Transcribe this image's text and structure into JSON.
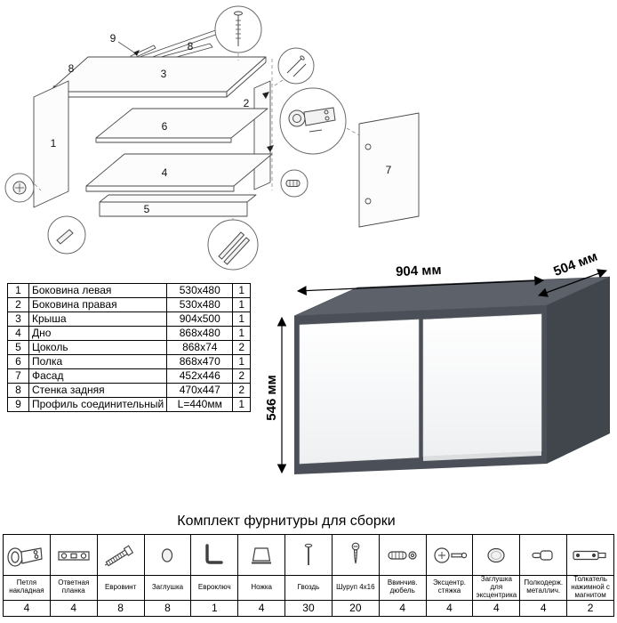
{
  "exploded_diagram": {
    "labels": {
      "part1": "1",
      "part2": "2",
      "part3": "3",
      "part4": "4",
      "part5": "5",
      "part6": "6",
      "part7": "7",
      "part8": "8",
      "part9": "9"
    }
  },
  "parts_table": {
    "rows": [
      {
        "num": "1",
        "name": "Боковина левая",
        "size": "530x480",
        "qty": "1"
      },
      {
        "num": "2",
        "name": "Боковина правая",
        "size": "530x480",
        "qty": "1"
      },
      {
        "num": "3",
        "name": "Крыша",
        "size": "904x500",
        "qty": "1"
      },
      {
        "num": "4",
        "name": "Дно",
        "size": "868x480",
        "qty": "1"
      },
      {
        "num": "5",
        "name": "Цоколь",
        "size": "868x74",
        "qty": "2"
      },
      {
        "num": "6",
        "name": "Полка",
        "size": "868x470",
        "qty": "1"
      },
      {
        "num": "7",
        "name": "Фасад",
        "size": "452x446",
        "qty": "2"
      },
      {
        "num": "8",
        "name": "Стенка задняя",
        "size": "470x447",
        "qty": "2"
      },
      {
        "num": "9",
        "name": "Профиль соединительный",
        "size": "L=440мм",
        "qty": "1"
      }
    ]
  },
  "cabinet": {
    "width_label": "904 мм",
    "depth_label": "504 мм",
    "height_label": "546 мм",
    "colors": {
      "top": "#5c616a",
      "front": "#4b4f57",
      "side": "#41454c",
      "door": "#f7f8f9"
    }
  },
  "hardware": {
    "title": "Комплект фурнитуры для сборки",
    "items": [
      {
        "name": "Петля накладная",
        "qty": "4",
        "icon": "hinge-icon"
      },
      {
        "name": "Ответная планка",
        "qty": "4",
        "icon": "mounting-plate-icon"
      },
      {
        "name": "Евровинт",
        "qty": "8",
        "icon": "euro-screw-icon"
      },
      {
        "name": "Заглушка",
        "qty": "8",
        "icon": "cap-icon"
      },
      {
        "name": "Евроключ",
        "qty": "1",
        "icon": "hex-key-icon"
      },
      {
        "name": "Ножка",
        "qty": "4",
        "icon": "foot-icon"
      },
      {
        "name": "Гвоздь",
        "qty": "30",
        "icon": "nail-icon"
      },
      {
        "name": "Шуруп 4x16",
        "qty": "20",
        "icon": "screw-icon"
      },
      {
        "name": "Ввинчив. дюбель",
        "qty": "4",
        "icon": "dowel-icon"
      },
      {
        "name": "Эксцентр. стяжка",
        "qty": "4",
        "icon": "cam-lock-icon"
      },
      {
        "name": "Заглушка для эксцентрика",
        "qty": "4",
        "icon": "cam-cap-icon"
      },
      {
        "name": "Полкодерж. металлич.",
        "qty": "4",
        "icon": "shelf-support-icon"
      },
      {
        "name": "Толкатель нажимной с магнитом",
        "qty": "2",
        "icon": "push-latch-icon"
      }
    ]
  }
}
